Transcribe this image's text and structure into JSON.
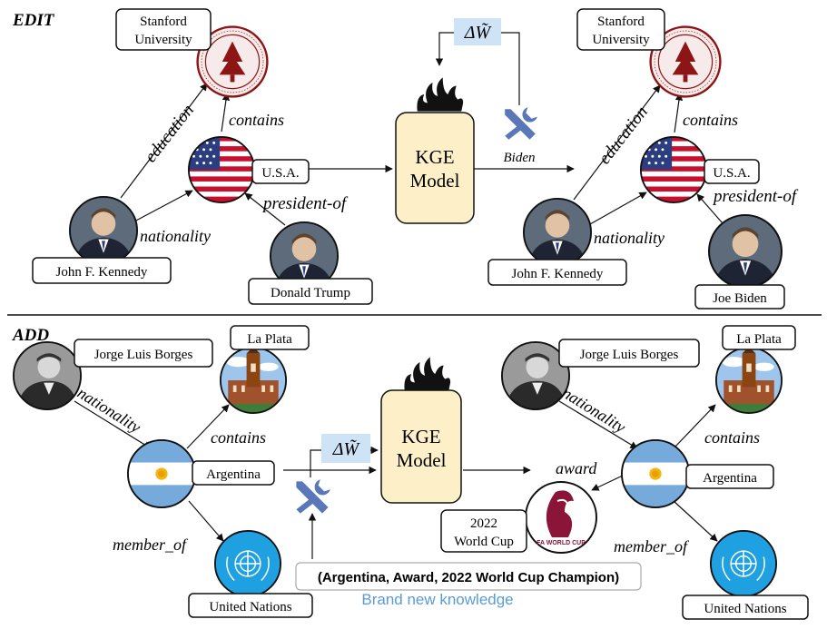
{
  "sections": {
    "edit": "EDIT",
    "add": "ADD"
  },
  "model": {
    "line1": "KGE",
    "line2": "Model"
  },
  "delta_w": "ΔW̃",
  "edit": {
    "stanford_line1": "Stanford",
    "stanford_line2": "University",
    "usa": "U.S.A.",
    "kennedy": "John F. Kennedy",
    "trump": "Donald Trump",
    "biden": "Joe Biden",
    "rel_education": "education",
    "rel_contains": "contains",
    "rel_nationality": "nationality",
    "rel_president_of": "president-of",
    "tool_caption": "Biden"
  },
  "add": {
    "borges": "Jorge Luis Borges",
    "la_plata": "La Plata",
    "argentina": "Argentina",
    "un": "United Nations",
    "wc_line1": "2022",
    "wc_line2": "World Cup",
    "rel_nationality": "nationality",
    "rel_contains": "contains",
    "rel_member_of": "member_of",
    "rel_award": "award",
    "triple": "(Argentina, Award, 2022 World Cup Champion)",
    "new_knowledge": "Brand new knowledge"
  },
  "colors": {
    "model_fill": "#fdf0c8",
    "delta_fill": "#cfe3f7",
    "tool": "#5a78b8",
    "new_knowledge": "#5b9bd5",
    "un_blue": "#1fa0e0",
    "arg_blue": "#75aadb",
    "seal_red": "#8c1515"
  },
  "icons": [
    "flame-icon",
    "wrench-screwdriver-icon",
    "us-flag-icon",
    "argentina-flag-icon",
    "un-emblem-icon",
    "stanford-seal-icon",
    "portrait-icon",
    "city-building-icon",
    "world-cup-trophy-icon"
  ]
}
